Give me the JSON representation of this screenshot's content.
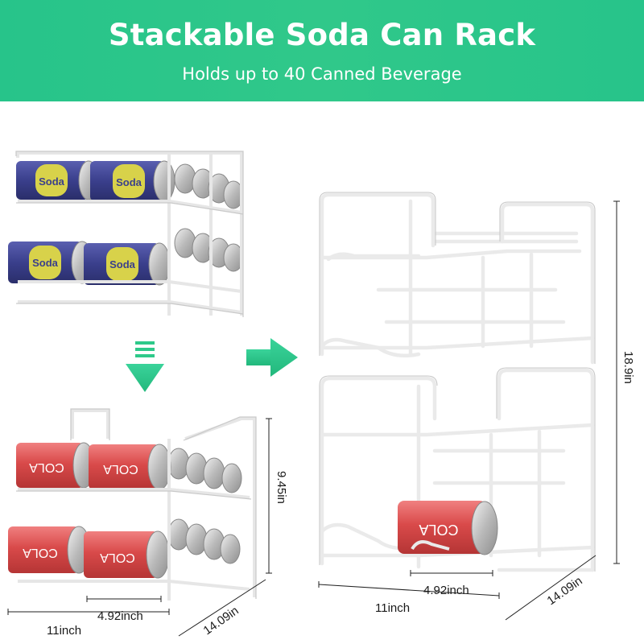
{
  "header": {
    "title": "Stackable Soda Can Rack",
    "subtitle": "Holds up to 40 Canned Beverage"
  },
  "dimensions": {
    "small_height": "9.45in",
    "small_can": "4.92inch",
    "small_width": "11inch",
    "small_depth": "14.09in",
    "big_height": "18.9in",
    "big_can": "4.92inch",
    "big_width": "11inch",
    "big_depth": "14.09in"
  },
  "cans": {
    "cola_label": "COLA",
    "soda_label": "Soda"
  },
  "colors": {
    "accent": "#2ec98a",
    "cola_red": "#d94a4a",
    "soda_blue": "#3a3f8c",
    "soda_yellow": "#d8d24a",
    "rack_white": "#f4f4f4"
  },
  "icons": [
    "down-arrow-icon",
    "right-arrow-icon"
  ]
}
